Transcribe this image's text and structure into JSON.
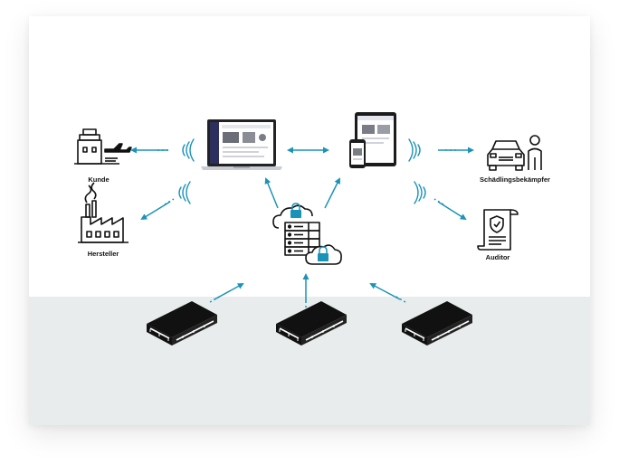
{
  "labels": {
    "kunde": "Kunde",
    "hersteller": "Hersteller",
    "schaedlingsbekaempfer": "Schädlingsbekämpfer",
    "auditor": "Auditor"
  },
  "colors": {
    "arrow": "#1a93b8",
    "icon": "#111111",
    "floor": "#e8eced"
  },
  "icons": [
    "airport-icon",
    "factory-icon",
    "laptop-icon",
    "tablet-icon",
    "phone-icon",
    "cloud-server-icon",
    "lock-icon",
    "car-icon",
    "person-icon",
    "certificate-icon",
    "sensor-box-icon",
    "wifi-signal-icon"
  ]
}
